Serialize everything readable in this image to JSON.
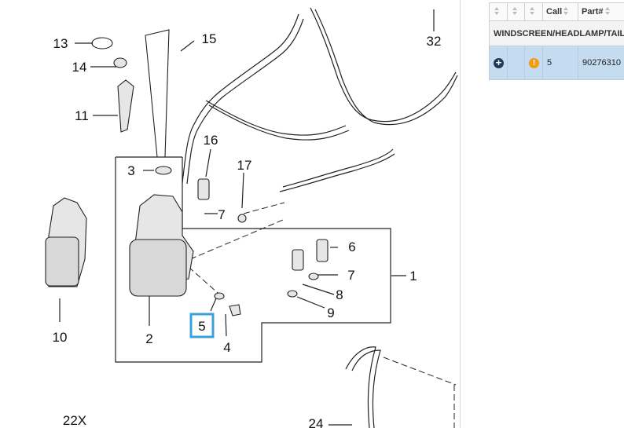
{
  "diagram": {
    "callouts": {
      "c1": "1",
      "c2": "2",
      "c3": "3",
      "c4": "4",
      "c5": "5",
      "c6": "6",
      "c7a": "7",
      "c7b": "7",
      "c8": "8",
      "c9": "9",
      "c10": "10",
      "c11": "11",
      "c13": "13",
      "c14": "14",
      "c15": "15",
      "c16": "16",
      "c17": "17",
      "c22x": "22X",
      "c24": "24",
      "c32": "32"
    },
    "highlight_color": "#3aa0dc"
  },
  "parts_table": {
    "headers": {
      "call": "Call",
      "part": "Part#"
    },
    "group_label": "WINDSCREEN/HEADLAMP/TAIL C",
    "selected_row": {
      "call": "5",
      "part": "90276310"
    },
    "colors": {
      "selected_bg": "#c5dcf0",
      "expand_icon": "#1f3b5c",
      "warning_icon": "#f39c12"
    }
  }
}
